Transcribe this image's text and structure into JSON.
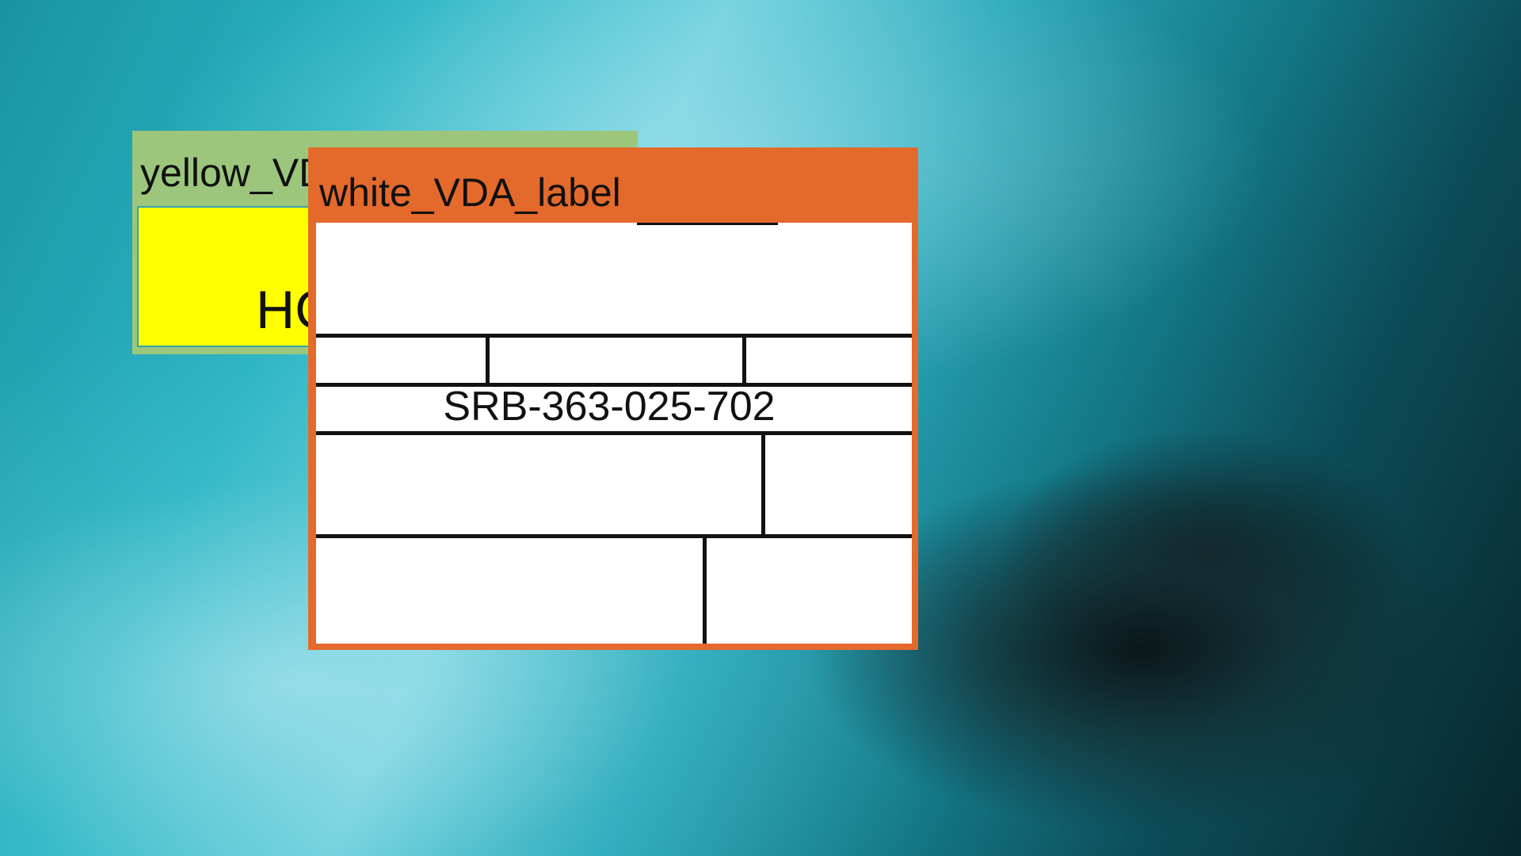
{
  "windows": {
    "yellow": {
      "title": "yellow_VDA_label",
      "content_text": "HC",
      "title_color": "#9dc67d",
      "content_color": "#ffff00"
    },
    "white": {
      "title": "white_VDA_label",
      "code": "SRB-363-025-702",
      "title_color": "#e46a2c",
      "content_color": "#ffffff"
    }
  }
}
